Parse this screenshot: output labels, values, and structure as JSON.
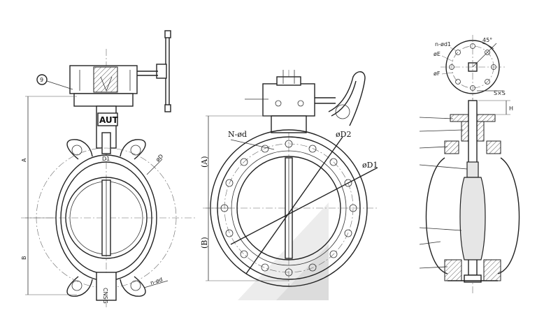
{
  "views": {
    "wafer": {
      "balloon": "9",
      "body_tag": "AUT",
      "stem_label": "D1",
      "dim_a": "A",
      "dim_b": "B",
      "dim_phi": "øD",
      "dim_bolt": "n-ød"
    },
    "flanged": {
      "bolt_label": "N-ød",
      "d2_label": "øD2",
      "d1_label": "øD1",
      "dim_a": "(A)",
      "dim_b": "(B)"
    },
    "section": {
      "bolt_label": "n-ød1",
      "angle_label": "45°",
      "e_label": "øE",
      "f_label": "øF",
      "key_label": "S×S",
      "h_label": "H"
    }
  },
  "colors": {
    "line": "#222222",
    "watermark": "#dcdcdc",
    "background": "#ffffff"
  }
}
